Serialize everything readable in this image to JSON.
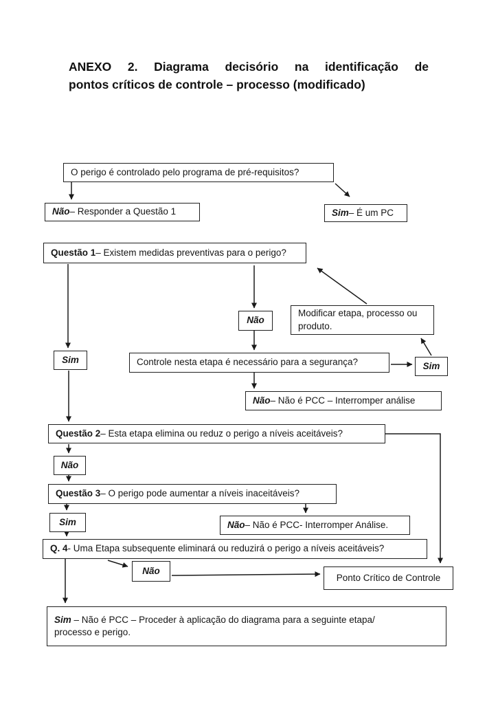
{
  "title": {
    "line1": "ANEXO 2. Diagrama decisório na identificação de",
    "line2": "pontos críticos de controle – processo (modificado)"
  },
  "nodes": {
    "prereq_question": {
      "text": "O perigo é controlado pelo programa de pré-requisitos?"
    },
    "nao_responder_q1": {
      "prefix": "Não",
      "rest": " – Responder a Questão 1"
    },
    "sim_e_um_pc": {
      "prefix": "Sim",
      "rest": " – É um PC"
    },
    "questao1": {
      "prefix": "Questão 1",
      "rest": " – Existem medidas preventivas para o perigo?"
    },
    "nao_mid": {
      "prefix": "Não"
    },
    "modificar": {
      "text": "Modificar etapa, processo ou\nproduto."
    },
    "sim_left": {
      "prefix": "Sim"
    },
    "controle": {
      "text": "Controle nesta etapa é necessário para a segurança?"
    },
    "sim_right": {
      "prefix": "Sim"
    },
    "nao_pcc_interromper1": {
      "prefix": "Não",
      "rest": " – Não é PCC – Interromper análise"
    },
    "questao2": {
      "prefix": "Questão 2",
      "rest": " – Esta etapa elimina ou reduz o perigo a níveis aceitáveis?"
    },
    "nao_2": {
      "prefix": "Não"
    },
    "questao3": {
      "prefix": "Questão 3",
      "rest": " – O perigo pode aumentar a níveis inaceitáveis?"
    },
    "sim_3": {
      "prefix": "Sim"
    },
    "nao_pcc_interromper2": {
      "prefix": "Não",
      "rest": " – Não é PCC- Interromper Análise."
    },
    "questao4": {
      "prefix": "Q. 4",
      "rest": "- Uma Etapa subsequente eliminará ou reduzirá o perigo a níveis aceitáveis?"
    },
    "nao_4": {
      "prefix": "Não"
    },
    "pcc": {
      "text": "Ponto Crítico de Controle"
    },
    "sim_final": {
      "prefix": "Sim",
      "rest": " – Não é PCC – Proceder à aplicação do diagrama para a seguinte etapa/\nprocesso e perigo."
    }
  },
  "colors": {
    "line": "#1a1a1a",
    "border": "#1f1f1f",
    "text": "#161616",
    "background": "#ffffff"
  }
}
